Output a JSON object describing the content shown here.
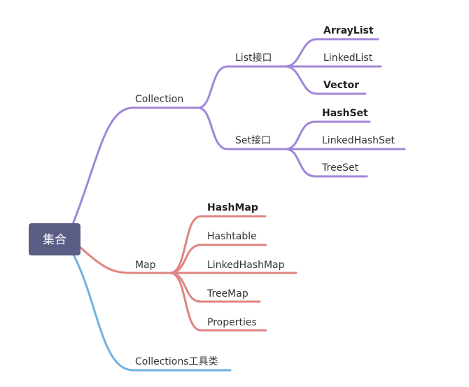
{
  "colors": {
    "root": "#5a5e84",
    "collection_branch": "#a186d8",
    "map_branch": "#de8481",
    "utils_branch": "#6fb2e0"
  },
  "root": {
    "label": "集合"
  },
  "collection": {
    "label": "Collection",
    "list": {
      "label": "List接口",
      "items": [
        "ArrayList",
        "LinkedList",
        "Vector"
      ]
    },
    "set": {
      "label": "Set接口",
      "items": [
        "HashSet",
        "LinkedHashSet",
        "TreeSet"
      ]
    }
  },
  "map": {
    "label": "Map",
    "items": [
      "HashMap",
      "Hashtable",
      "LinkedHashMap",
      "TreeMap",
      "Properties"
    ]
  },
  "utils": {
    "label": "Collections工具类"
  }
}
